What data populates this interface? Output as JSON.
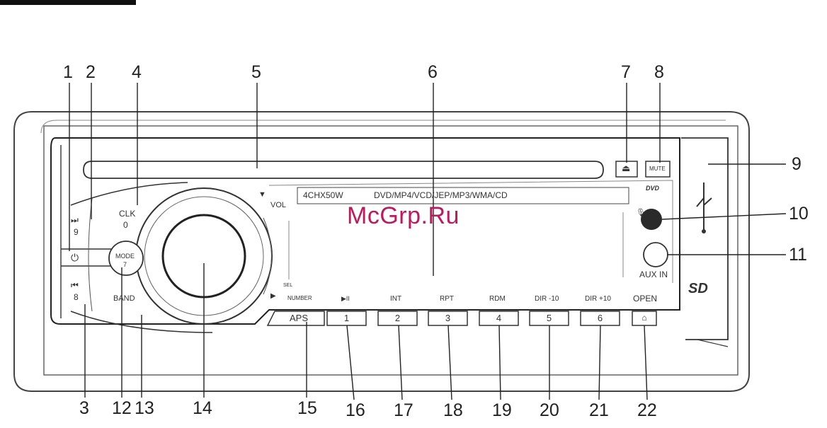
{
  "callouts": [
    "1",
    "2",
    "3",
    "4",
    "5",
    "6",
    "7",
    "8",
    "9",
    "10",
    "11",
    "12",
    "13",
    "14",
    "15",
    "16",
    "17",
    "18",
    "19",
    "20",
    "21",
    "22"
  ],
  "display": {
    "model": "4CHX50W",
    "formats": "DVD/MP4/VCD/JEP/MP3/WMA/CD"
  },
  "watermark": "McGrp.Ru",
  "left_labels": {
    "next_glyph": "⏭",
    "next_num": "9",
    "prev_glyph": "⏮",
    "prev_num": "8",
    "clk": "CLK",
    "clk_num": "0",
    "mode": "MODE",
    "mode_num": "7",
    "band": "BAND",
    "vol": "VOL",
    "sel": "SEL"
  },
  "right_labels": {
    "dvd": "DVD",
    "aux": "AUX IN",
    "sd": "SD"
  },
  "button_row": [
    {
      "top": "NUMBER",
      "key": "APS"
    },
    {
      "top": "▶II",
      "key": "1"
    },
    {
      "top": "INT",
      "key": "2"
    },
    {
      "top": "RPT",
      "key": "3"
    },
    {
      "top": "RDM",
      "key": "4"
    },
    {
      "top": "DIR -10",
      "key": "5"
    },
    {
      "top": "DIR +10",
      "key": "6"
    },
    {
      "top": "OPEN",
      "key": "⌂"
    }
  ],
  "eject_glyph": "⏏",
  "mute_label": "MUTE"
}
